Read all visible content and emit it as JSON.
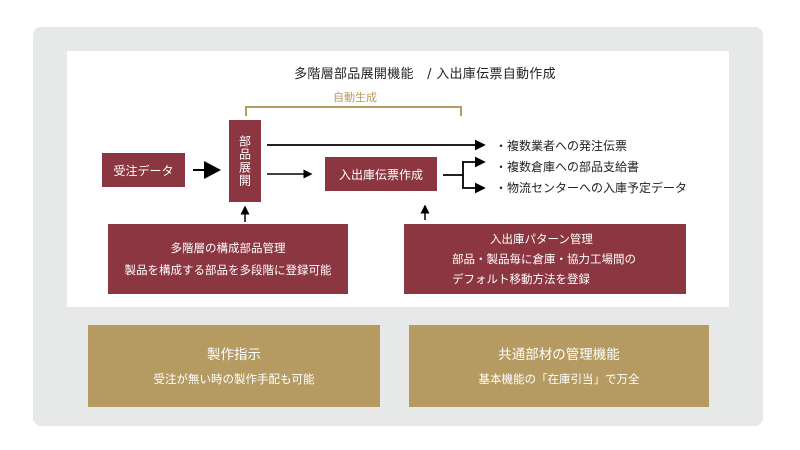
{
  "title": "多階層部品展開機能　/ 入出庫伝票自動作成",
  "auto_generate_label": "自動生成",
  "boxes": {
    "order_data": "受注データ",
    "parts_expansion": "部品展開",
    "slip_creation": "入出庫伝票作成",
    "multi_level": {
      "line1": "多階層の構成部品管理",
      "line2": "製品を構成する部品を多段階に登録可能"
    },
    "pattern": {
      "line1": "入出庫パターン管理",
      "line2": "部品・製品毎に倉庫・協力工場間の",
      "line3": "デフォルト移動方法を登録"
    }
  },
  "outputs": [
    "複数業者への発注伝票",
    "複数倉庫への部品支給書",
    "物流センターへの入庫予定データ"
  ],
  "features": [
    {
      "title": "製作指示",
      "subtitle": "受注が無い時の製作手配も可能"
    },
    {
      "title": "共通部材の管理機能",
      "subtitle": "基本機能の「在庫引当」で万全"
    }
  ],
  "colors": {
    "primary_red": "#8b3640",
    "gold": "#b59a61",
    "panel_gray": "#e7e8e8"
  }
}
